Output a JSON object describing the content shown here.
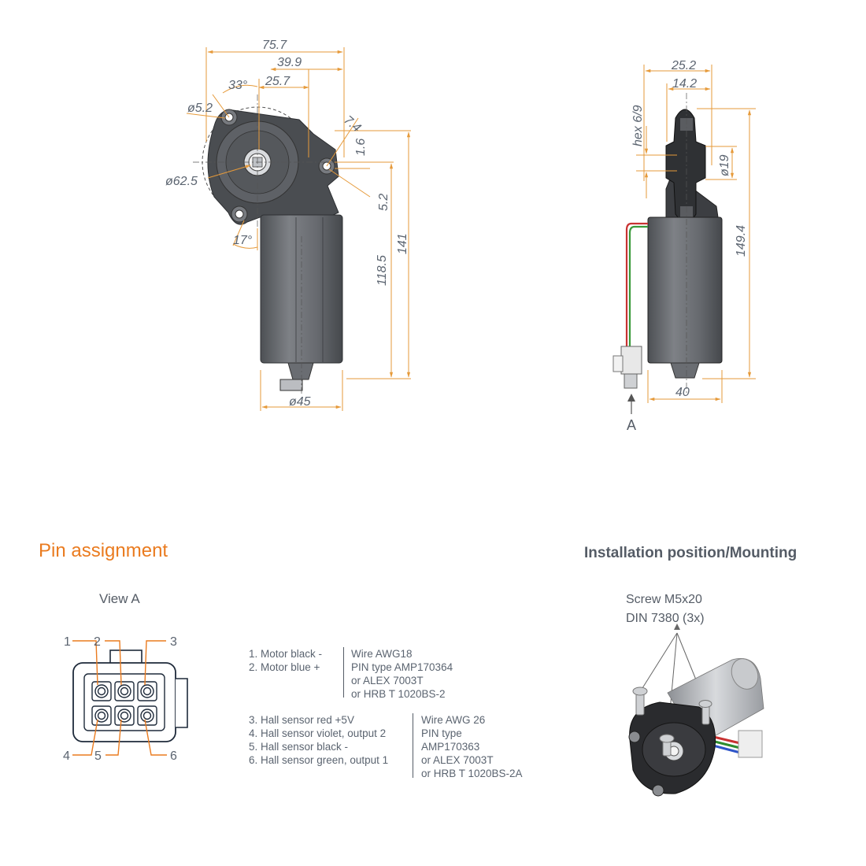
{
  "front_view": {
    "dims": {
      "overall_width": "75.7",
      "shaft_to_mount": "39.9",
      "shaft_offset": "25.7",
      "angle_top": "33°",
      "hole_dia": "ø5.2",
      "flange_dia": "ø62.5",
      "dim_7_4": "7.4",
      "dim_1_6": "1.6",
      "dim_5_2": "5.2",
      "angle_bottom": "17°",
      "height_118_5": "118.5",
      "height_141": "141",
      "body_dia": "ø45"
    }
  },
  "side_view": {
    "dims": {
      "width_25_2": "25.2",
      "width_14_2": "14.2",
      "hex": "hex 6/9",
      "shaft_dia": "ø19",
      "height_149_4": "149.4",
      "width_40": "40"
    },
    "view_marker": "A"
  },
  "pin_assignment": {
    "title": "Pin assignment",
    "view_label": "View A",
    "pin_numbers": [
      "1",
      "2",
      "3",
      "4",
      "5",
      "6"
    ],
    "motor_pins": [
      "1. Motor black -",
      "2. Motor blue +"
    ],
    "motor_wire": [
      "Wire AWG18",
      "PIN type AMP170364",
      "or ALEX 7003T",
      "or HRB T 1020BS-2"
    ],
    "hall_pins": [
      "3. Hall sensor red +5V",
      "4. Hall sensor violet, output 2",
      "5. Hall sensor black -",
      "6. Hall sensor green, output 1"
    ],
    "hall_wire": [
      "Wire AWG 26",
      "PIN type",
      "AMP170363",
      "or ALEX 7003T",
      "or HRB T 1020BS-2A"
    ]
  },
  "installation": {
    "title": "Installation position/Mounting",
    "screw_line1": "Screw M5x20",
    "screw_line2": "DIN 7380 (3x)"
  },
  "colors": {
    "accent": "#ea7b1f",
    "dimension_line": "#e69a3a",
    "body": "#6e7176",
    "text": "#555c66"
  }
}
